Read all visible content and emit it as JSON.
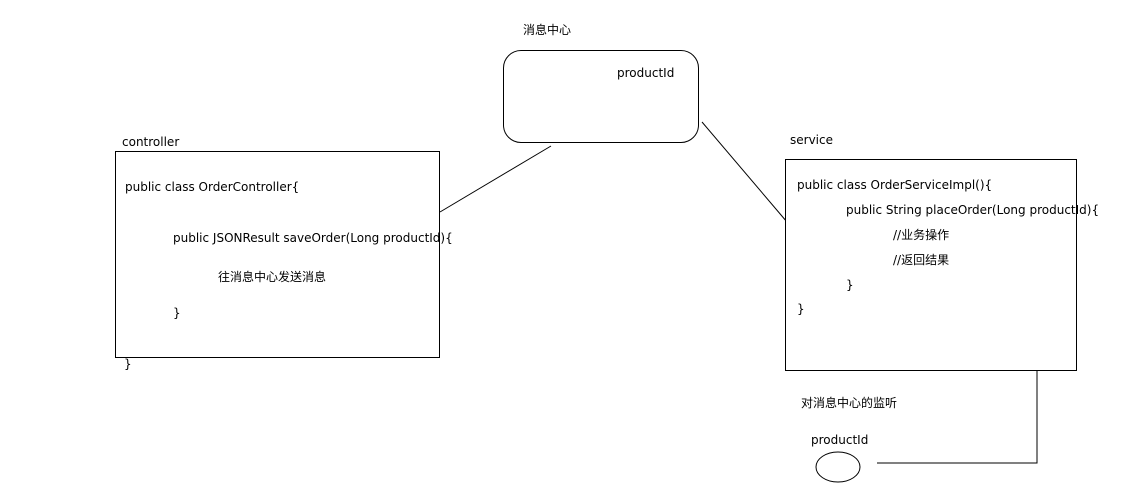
{
  "message_center": {
    "title": "消息中心",
    "field": "productId"
  },
  "controller": {
    "title": "controller",
    "lines": [
      "public class OrderController{",
      "public JSONResult saveOrder(Long productId){",
      "往消息中心发送消息",
      "}",
      "}"
    ]
  },
  "service": {
    "title": "service",
    "lines": [
      "public class OrderServiceImpl(){",
      "public String placeOrder(Long productId){",
      "//业务操作",
      "//返回结果",
      "}",
      "}"
    ]
  },
  "listener": {
    "title": "对消息中心的监听",
    "field": "productId"
  }
}
